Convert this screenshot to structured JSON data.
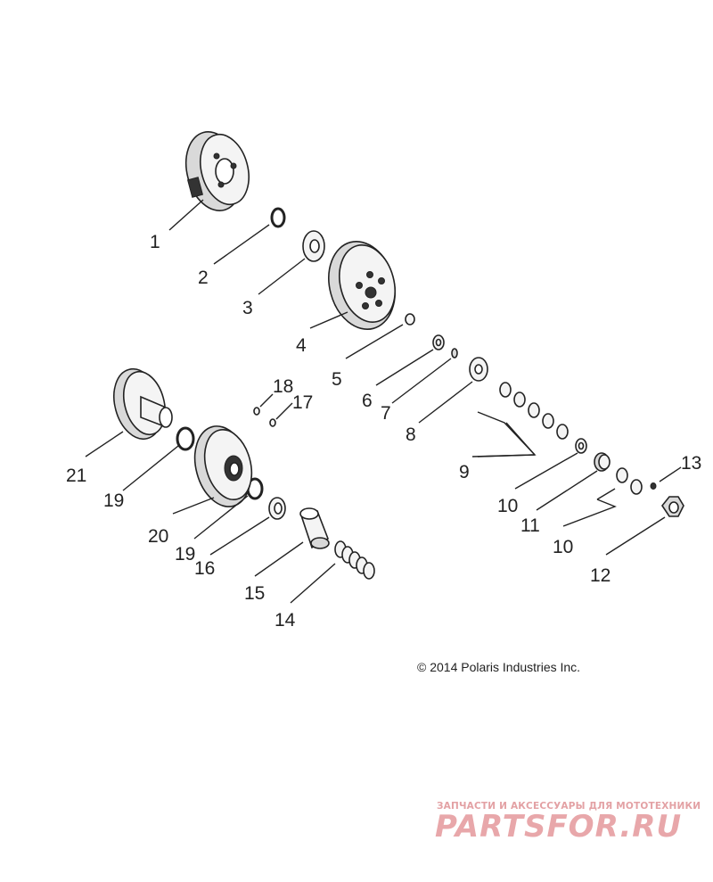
{
  "callouts": {
    "c1": "1",
    "c2": "2",
    "c3": "3",
    "c4": "4",
    "c5": "5",
    "c6": "6",
    "c7": "7",
    "c8": "8",
    "c9": "9",
    "c10a": "10",
    "c10b": "10",
    "c11": "11",
    "c12": "12",
    "c13": "13",
    "c14": "14",
    "c15": "15",
    "c16": "16",
    "c17": "17",
    "c18": "18",
    "c19a": "19",
    "c19b": "19",
    "c20": "20",
    "c21": "21"
  },
  "copyright": "© 2014 Polaris Industries Inc.",
  "watermark": {
    "tagline": "ЗАПЧАСТИ И АКСЕССУАРЫ ДЛЯ МОТОТЕХНИКИ",
    "brand": "PARTSFOR.RU"
  },
  "colors": {
    "line": "#222222",
    "watermark": "#e8a7aa"
  }
}
